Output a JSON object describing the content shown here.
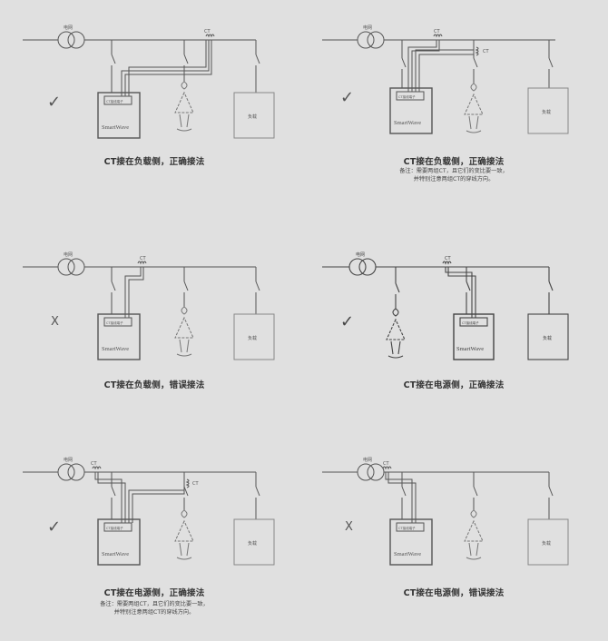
{
  "labels": {
    "grid": "电网",
    "ct": "CT",
    "smartwave": "SmartWave",
    "load": "负载",
    "meter": "CT接线端子",
    "check": "✓",
    "cross": "X"
  },
  "panels": [
    {
      "id": "p1",
      "mark": "check",
      "caption": "CT接在负载侧，正确接法",
      "note": []
    },
    {
      "id": "p2",
      "mark": "check",
      "caption": "CT接在负载侧，正确接法",
      "note": [
        "备注：需要两组CT，且它们的变比要一致，",
        "并特别注意两组CT的穿线方向。"
      ]
    },
    {
      "id": "p3",
      "mark": "cross",
      "caption": "CT接在负载侧，错误接法",
      "note": []
    },
    {
      "id": "p4",
      "mark": "check",
      "caption": "CT接在电源侧，正确接法",
      "note": []
    },
    {
      "id": "p5",
      "mark": "check",
      "caption": "CT接在电源侧，正确接法",
      "note": [
        "备注：需要两组CT，且它们的变比要一致，",
        "并特别注意两组CT的穿线方向。"
      ]
    },
    {
      "id": "p6",
      "mark": "cross",
      "caption": "CT接在电源侧，错误接法",
      "note": []
    }
  ]
}
